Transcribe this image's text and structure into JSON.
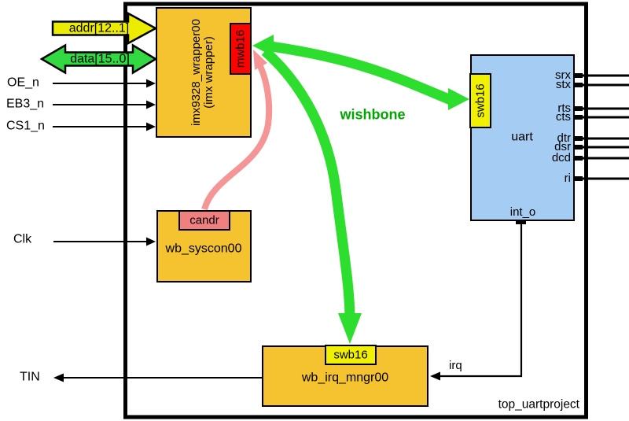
{
  "title": "top_uartproject",
  "left_signals": {
    "addr_bus": "addr[12..1]",
    "data_bus": "data[15..0]",
    "oe": "OE_n",
    "eb3": "EB3_n",
    "cs1": "CS1_n",
    "clk": "Clk",
    "tin": "TIN"
  },
  "blocks": {
    "wrapper": {
      "line1": "imx9328_wrapper00",
      "line2": "(imx wrapper)",
      "port": "mwb16"
    },
    "syscon": {
      "label": "wb_syscon00",
      "port": "candr"
    },
    "irq_mngr": {
      "label": "wb_irq_mngr00",
      "port": "swb16"
    },
    "uart": {
      "label": "uart",
      "port": "swb16",
      "pins": [
        "srx",
        "stx",
        "rts",
        "cts",
        "dtr",
        "dsr",
        "dcd",
        "ri"
      ],
      "int_pin": "int_o"
    }
  },
  "nets": {
    "wishbone": "wishbone",
    "irq": "irq"
  },
  "colors": {
    "block_fill": "#F4C32F",
    "uart_fill": "#A5CCF3",
    "port_yellow": "#F0F000",
    "port_red": "#FB0300",
    "port_pink": "#F08080",
    "addr_arrow": "#ECEC00",
    "data_arrow": "#33D942",
    "wishbone_arrow": "#2EDE2E",
    "wishbone_text": "#00A500",
    "candr_link": "#F59595",
    "line": "#000000"
  }
}
